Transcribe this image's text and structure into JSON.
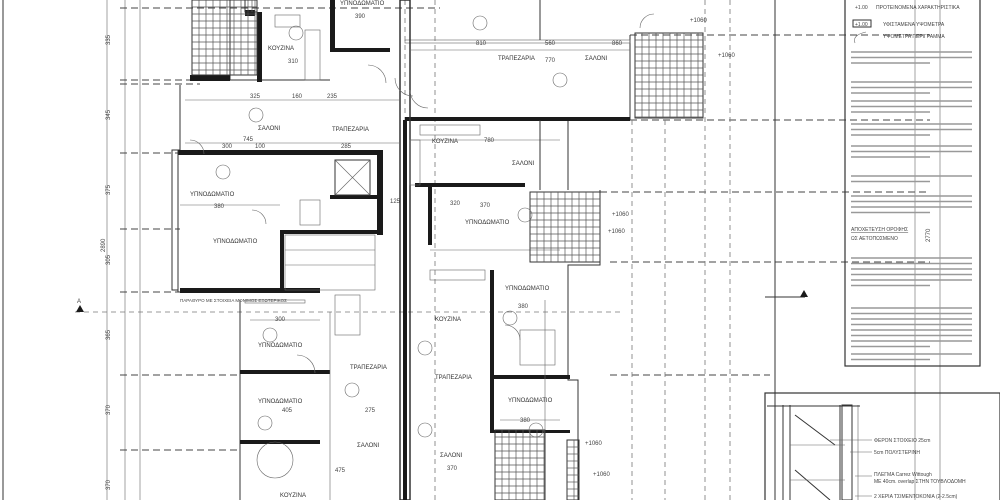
{
  "drawing": {
    "rooms": [
      "ΚΟΥΖΙΝΑ",
      "ΥΠΝΟΔΩΜΑΤΙΟ",
      "ΣΑΛΟΝΙ",
      "ΤΡΑΠΕΖΑΡΙΑ",
      "ΥΠΝΟΔΩΜΑΤΙΟ",
      "ΥΠΝΟΔΩΜΑΤΙΟ",
      "ΤΡΑΠΕΖΑΡΙΑ",
      "ΣΑΛΟΝΙ",
      "ΚΟΥΖΙΝΑ",
      "ΣΑΛΟΝΙ",
      "ΥΠΝΟΔΩΜΑΤΙΟ",
      "ΥΠΝΟΔΩΜΑΤΙΟ",
      "ΥΠΝΟΔΩΜΑΤΙΟ",
      "ΤΡΑΠΕΖΑΡΙΑ",
      "ΣΑΛΟΝΙ",
      "ΚΟΥΖΙΝΑ",
      "ΤΡΑΠΕΖΑΡΙΑ",
      "ΣΑΛΟΝΙ",
      "ΥΠΝΟΔΩΜΑΤΙΟ",
      "ΥΠΝΟΔΩΜΑΤΙΟ",
      "ΚΟΥΖΙΝΑ"
    ],
    "dims": [
      "310",
      "390",
      "325",
      "160",
      "235",
      "745",
      "300",
      "100",
      "285",
      "380",
      "810",
      "560",
      "860",
      "770",
      "780",
      "370",
      "300",
      "405",
      "275",
      "475",
      "370",
      "380",
      "380",
      "320",
      "125",
      "2890",
      "2770"
    ],
    "left_dims": [
      "335",
      "345",
      "375",
      "305",
      "365",
      "370",
      "370"
    ],
    "elevations": [
      "+1060",
      "+1060",
      "+1060",
      "+1060",
      "+1060",
      "+1060"
    ],
    "window_note": "ΠΑΡΑΘΥΡΟ ΜΕ ΣΤΟΙΧΕΙΑ ΜΟΝΙΜΟΣ ΕΞΩΤΕΡΙΚΟΣ",
    "section_marker": "Α"
  },
  "legend": {
    "items": [
      {
        "symbol": "+1.00",
        "label": "ΠΡΟΤΕΙΝΟΜΕΝΑ ΧΑΡΑΚΤΗΡΙΣΤΙΚΑ"
      },
      {
        "symbol": "+1.00",
        "label": "ΥΦΙΣΤΑΜΕΝΑ ΥΨΟΜΕΤΡΑ"
      },
      {
        "symbol": "",
        "label": "ΥΨΟΜΕΤΡΑ ΠΕΡΙΓΡΑΜΜΑ"
      }
    ],
    "heading": "ΑΠΟΧΕΤΕΥΣΗ ΟΡΟΦΗΣ",
    "subheading": "ΩΣ ΑΕΤΟΠΩΣΜΕΝΟ"
  },
  "detail": {
    "labels": [
      "ΦΕΡΟΝ ΣΤΟΙΧΕΙΟ 25cm",
      "5cm ΠΟΛΥΣΤΕΡΙΝΗ",
      "ΠΛΕΓΜΑ Carrez Wittough",
      "ΜΕ 40cm. overlap ΣΤΗΝ ΤΟΥΒΛΟΔΟΜΗ",
      "2 ΧΕΡΙΑ ΤΣΙΜΕΝΤΟΚΟΝΙΑ (2-2.5cm)"
    ]
  }
}
